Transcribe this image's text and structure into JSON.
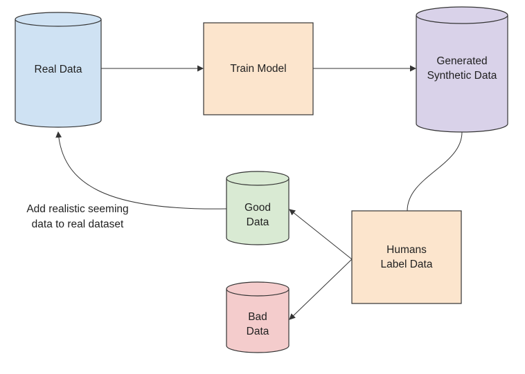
{
  "nodes": {
    "real_data": {
      "lines": [
        "Real Data"
      ],
      "fill": "#cfe2f3"
    },
    "train_model": {
      "lines": [
        "Train Model"
      ],
      "fill": "#fce5cd"
    },
    "generated_synthetic_data": {
      "lines": [
        "Generated",
        "Synthetic Data"
      ],
      "fill": "#d9d2e9"
    },
    "humans_label_data": {
      "lines": [
        "Humans",
        "Label Data"
      ],
      "fill": "#fce5cd"
    },
    "good_data": {
      "lines": [
        "Good",
        "Data"
      ],
      "fill": "#d9ead3"
    },
    "bad_data": {
      "lines": [
        "Bad",
        "Data"
      ],
      "fill": "#f4cccc"
    }
  },
  "annotation": {
    "lines": [
      "Add realistic seeming",
      "data to real dataset"
    ]
  },
  "edges": [
    {
      "from": "real_data",
      "to": "train_model"
    },
    {
      "from": "train_model",
      "to": "generated_synthetic_data"
    },
    {
      "from": "generated_synthetic_data",
      "to": "humans_label_data"
    },
    {
      "from": "humans_label_data",
      "to": "good_data"
    },
    {
      "from": "humans_label_data",
      "to": "bad_data"
    },
    {
      "from": "good_data",
      "to": "real_data"
    }
  ],
  "colors": {
    "stroke": "#333333",
    "text": "#1f1f1f"
  }
}
